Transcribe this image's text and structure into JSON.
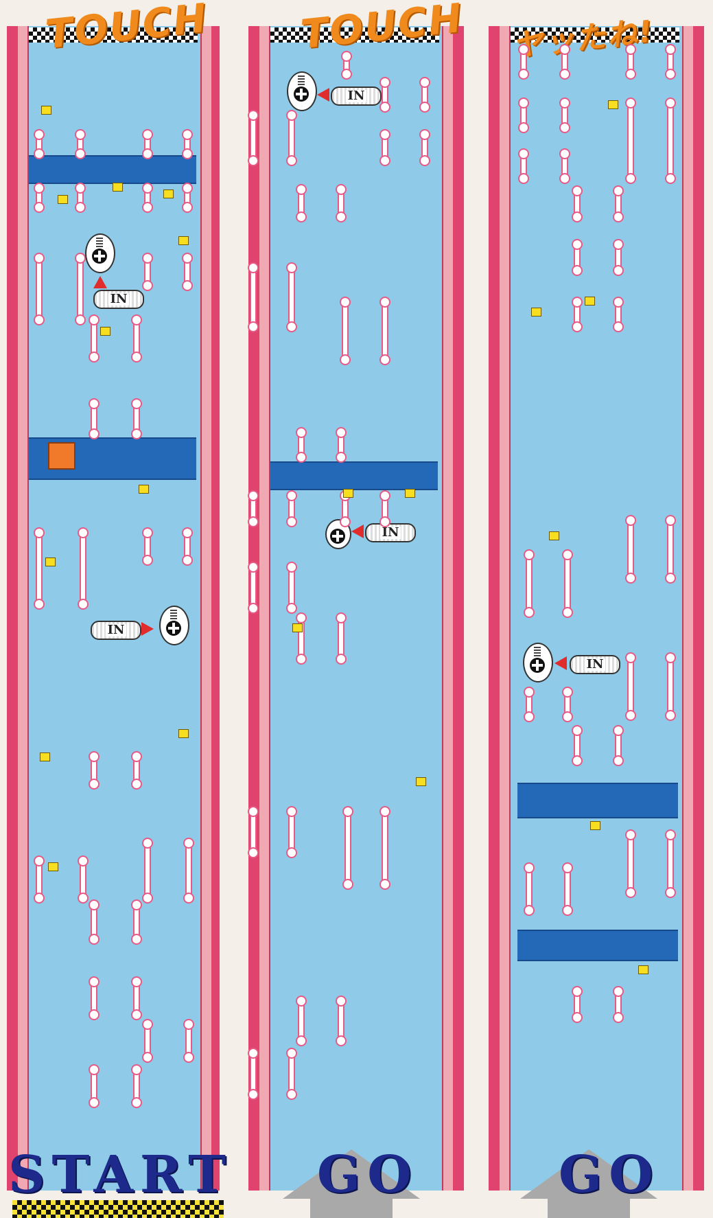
{
  "panels": [
    {
      "top_label": "TOUCH",
      "bottom_label": "START"
    },
    {
      "top_label": "TOUCH",
      "bottom_label": "GO"
    },
    {
      "top_label": "ヤッたね!",
      "bottom_label": "GO"
    }
  ],
  "buttons": {
    "in_label": "IN"
  },
  "colors": {
    "rail": "#e0436e",
    "lane": "#8fcbe8",
    "bar": "#2468b8",
    "title": "#f08a1d",
    "label": "#1d2a8c"
  },
  "icons": [
    "dpad-icon",
    "arrow-up-icon"
  ]
}
